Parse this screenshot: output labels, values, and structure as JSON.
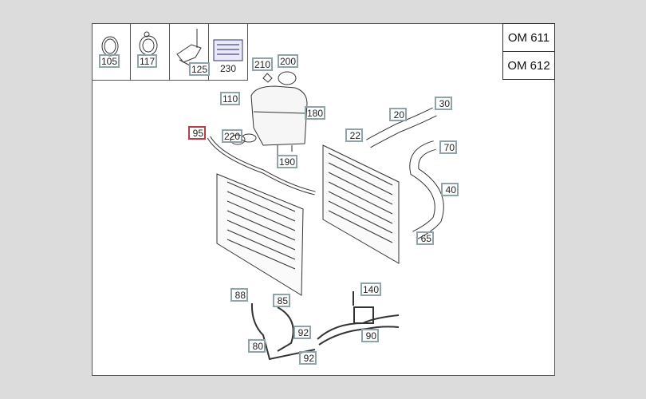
{
  "engine_variants": [
    "OM 611",
    "OM 612"
  ],
  "thumbnails": [
    {
      "part": "105",
      "icon": "hose-clamp-icon"
    },
    {
      "part": "117",
      "icon": "hose-clamp-icon"
    },
    {
      "part": "125",
      "icon": "bracket-clip-icon"
    },
    {
      "part": "230",
      "icon": "label-sticker-icon"
    }
  ],
  "callouts": {
    "p210": "210",
    "p200": "200",
    "p110": "110",
    "p180": "180",
    "p95": "95",
    "p220": "220",
    "p190": "190",
    "p20": "20",
    "p30": "30",
    "p22": "22",
    "p70": "70",
    "p40": "40",
    "p65": "65",
    "p88": "88",
    "p85": "85",
    "p140": "140",
    "p92a": "92",
    "p90": "90",
    "p80": "80",
    "p92b": "92"
  },
  "colors": {
    "callout_border": "#8fa3a8",
    "selected_callout_border": "#b0404a"
  }
}
